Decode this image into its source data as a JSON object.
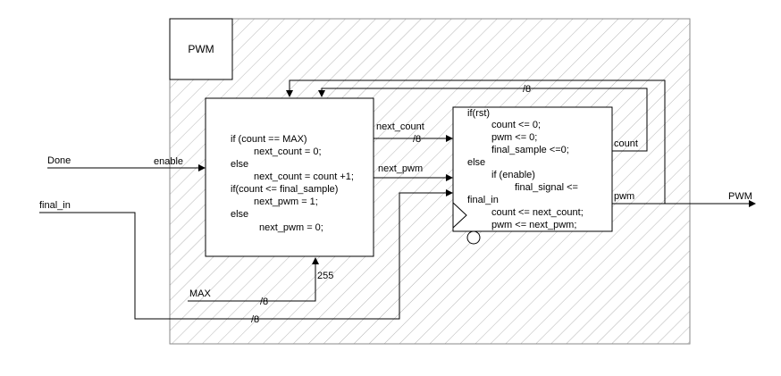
{
  "module": {
    "title": "PWM"
  },
  "inputs": {
    "done": "Done",
    "enable": "enable",
    "final_in": "final_in",
    "max": "MAX",
    "max_value": "255"
  },
  "bus_widths": {
    "max_bus": "/8",
    "final_in_bus": "/8",
    "next_count_bus": "/8",
    "feedback_bus": "/8"
  },
  "signals": {
    "next_count": "next_count",
    "next_pwm": "next_pwm",
    "count": "count",
    "pwm": "pwm"
  },
  "outputs": {
    "pwm": "PWM"
  },
  "comb_block": {
    "lines": [
      "if (count == MAX)",
      "next_count = 0;",
      "else",
      "next_count = count +1;",
      "if(count <= final_sample)",
      "next_pwm = 1;",
      "else",
      "next_pwm = 0;"
    ]
  },
  "seq_block": {
    "lines": [
      "if(rst)",
      "count <= 0;",
      "pwm <= 0;",
      "final_sample <=0;",
      "else",
      "if (enable)",
      "final_signal <=",
      "final_in",
      "count <= next_count;",
      "pwm <= next_pwm;"
    ]
  }
}
